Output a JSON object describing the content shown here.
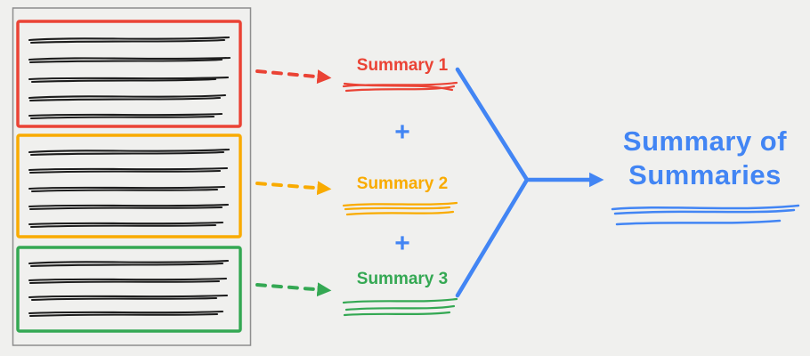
{
  "diagram": {
    "summaries": [
      {
        "label": "Summary 1",
        "color": "#EA4335"
      },
      {
        "label": "Summary 2",
        "color": "#F9AB00"
      },
      {
        "label": "Summary 3",
        "color": "#34A853"
      }
    ],
    "plus_sign": "+",
    "final": {
      "line1": "Summary of",
      "line2": "Summaries",
      "color": "#4285F4"
    },
    "colors": {
      "background": "#f0f0ee",
      "document_border": "#8d8d8d",
      "ink": "#1c1c1c",
      "red": "#EA4335",
      "orange": "#F9AB00",
      "green": "#34A853",
      "blue": "#4285F4"
    }
  }
}
